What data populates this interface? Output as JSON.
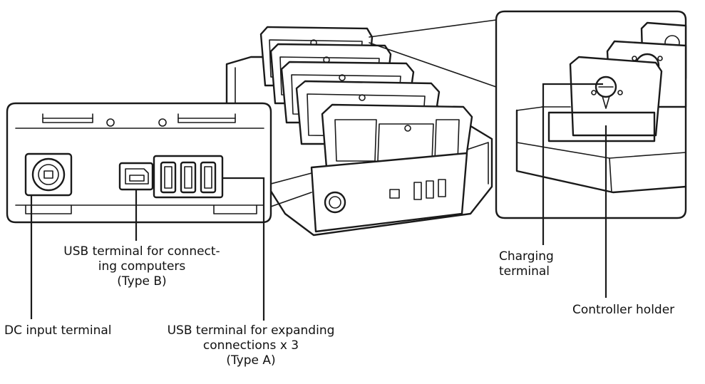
{
  "labels": {
    "usb_b": [
      "USB terminal for connect-",
      "ing computers",
      "(Type B)"
    ],
    "dc_input": "DC input terminal",
    "usb_a": [
      "USB terminal for expanding",
      "connections x 3",
      "(Type A)"
    ],
    "charging": [
      "Charging",
      "terminal"
    ],
    "holder": "Controller holder"
  },
  "colors": {
    "line": "#1a1a1a",
    "background": "#ffffff",
    "panel": "#f1f1f1"
  }
}
